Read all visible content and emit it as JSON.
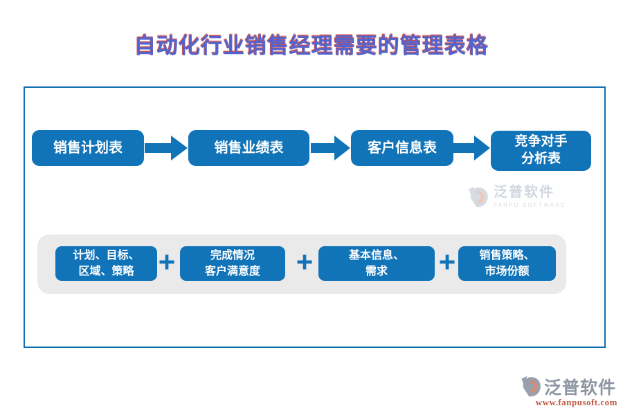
{
  "page": {
    "title": "自动化行业销售经理需要的管理表格"
  },
  "flow_row": {
    "buttons": [
      {
        "label": "销售计划表"
      },
      {
        "label": "销售业绩表"
      },
      {
        "label": "客户信息表"
      },
      {
        "label": "竞争对手\n分析表"
      }
    ]
  },
  "detail_row": {
    "separator": "+",
    "buttons": [
      {
        "label": "计划、目标、\n区域、策略"
      },
      {
        "label": "完成情况\n客户满意度"
      },
      {
        "label": "基本信息、\n需求"
      },
      {
        "label": "销售策略、\n市场份额"
      }
    ]
  },
  "watermark": {
    "brand": "泛普软件",
    "brand_en": "FANPU SOFTWARE"
  },
  "footer": {
    "brand": "泛普软件",
    "website": "www.fanpusoft.com"
  },
  "colors": {
    "primary_blue": "#1173b8",
    "frame_border_blue": "#0f6fb0",
    "title_blue": "#5464ce",
    "title_red_fringe": "#c94c4c",
    "panel_gray": "#eaeaea",
    "watermark_gray": "#d2d7e0",
    "logo_gray": "#8e95a2",
    "logo_url_red": "#c05a48"
  }
}
